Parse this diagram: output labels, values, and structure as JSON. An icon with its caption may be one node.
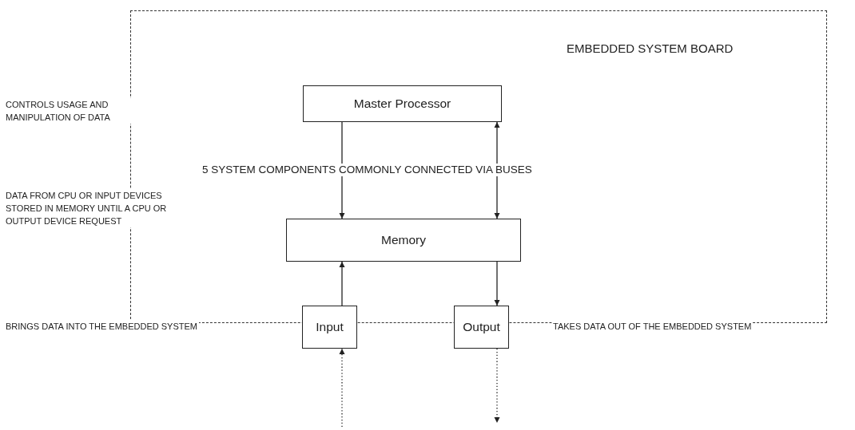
{
  "diagram": {
    "nodes": [
      {
        "text": [
          "EMBEDDED SYSTEM BOARD"
        ]
      },
      {
        "text": [
          "Master Processor"
        ],
        "in": 0
      },
      {
        "text": [
          "Memory"
        ],
        "in": 0
      },
      {
        "text": [
          "Input"
        ]
      },
      {
        "text": [
          "Output"
        ]
      }
    ],
    "edges": [
      {
        "from": 1,
        "to": 2,
        "arrow": "to"
      },
      {
        "from": 2,
        "to": 1,
        "arrow": "both"
      },
      {
        "from": 3,
        "to": 2,
        "arrow": "to"
      },
      {
        "from": 2,
        "to": 4,
        "arrow": "to"
      },
      {
        "from": null,
        "to": 3,
        "arrow": "to",
        "style": "dashed"
      },
      {
        "from": 4,
        "to": null,
        "arrow": "to",
        "style": "dashed"
      }
    ],
    "labels": [
      "CONTROLS USAGE AND MANIPULATION OF DATA",
      "5 SYSTEM COMPONENTS COMMONLY CONNECTED VIA BUSES",
      "DATA FROM CPU OR INPUT DEVICES STORED IN MEMORY UNTIL A CPU OR OUTPUT DEVICE REQUEST",
      "BRINGS DATA INTO THE EMBEDDED SYSTEM",
      "TAKES DATA OUT OF THE EMBEDDED SYSTEM"
    ]
  }
}
